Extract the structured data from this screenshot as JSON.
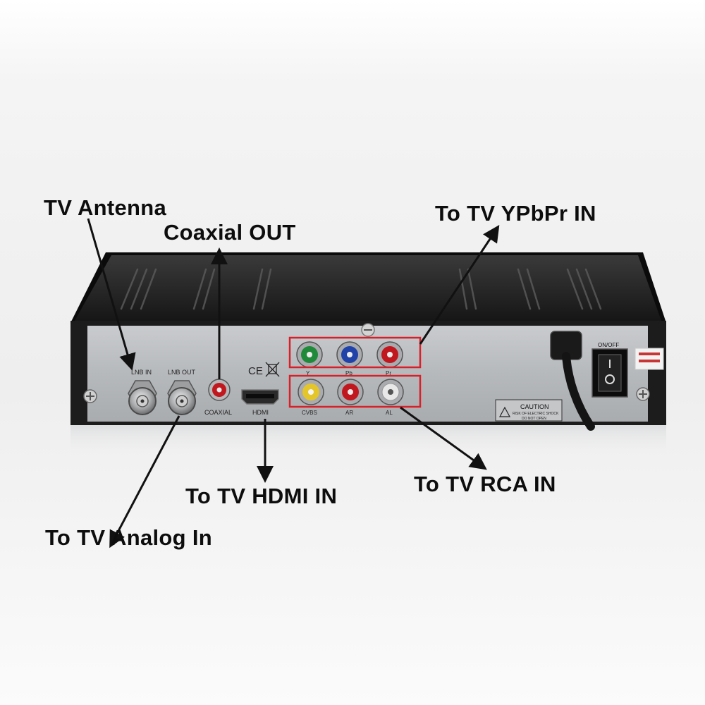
{
  "callouts": {
    "tv_antenna": "TV Antenna",
    "coaxial_out": "Coaxial OUT",
    "ypbpr_in": "To TV YPbPr IN",
    "hdmi_in": "To TV HDMI IN",
    "rca_in": "To TV RCA IN",
    "analog_in": "To TV Analog In"
  },
  "panel_labels": {
    "lnb_in": "LNB IN",
    "lnb_out": "LNB OUT",
    "coaxial": "COAXIAL",
    "hdmi": "HDMI",
    "y": "Y",
    "pb": "Pb",
    "pr": "Pr",
    "cvbs": "CVBS",
    "ar": "AR",
    "al": "AL",
    "ce": "CE",
    "on_off": "ON/OFF",
    "caution": "CAUTION",
    "caution_sub1": "RISK OF ELECTRIC SHOCK",
    "caution_sub2": "DO NOT OPEN"
  },
  "colors": {
    "highlight_box": "#d8202a",
    "jack_green": "#1f8a3a",
    "jack_blue": "#2142a8",
    "jack_red": "#c0181e",
    "jack_yellow": "#e4c52a",
    "jack_white": "#e8e8e8",
    "chassis": "#1f1f1f",
    "panel": "#b9bcbf"
  }
}
